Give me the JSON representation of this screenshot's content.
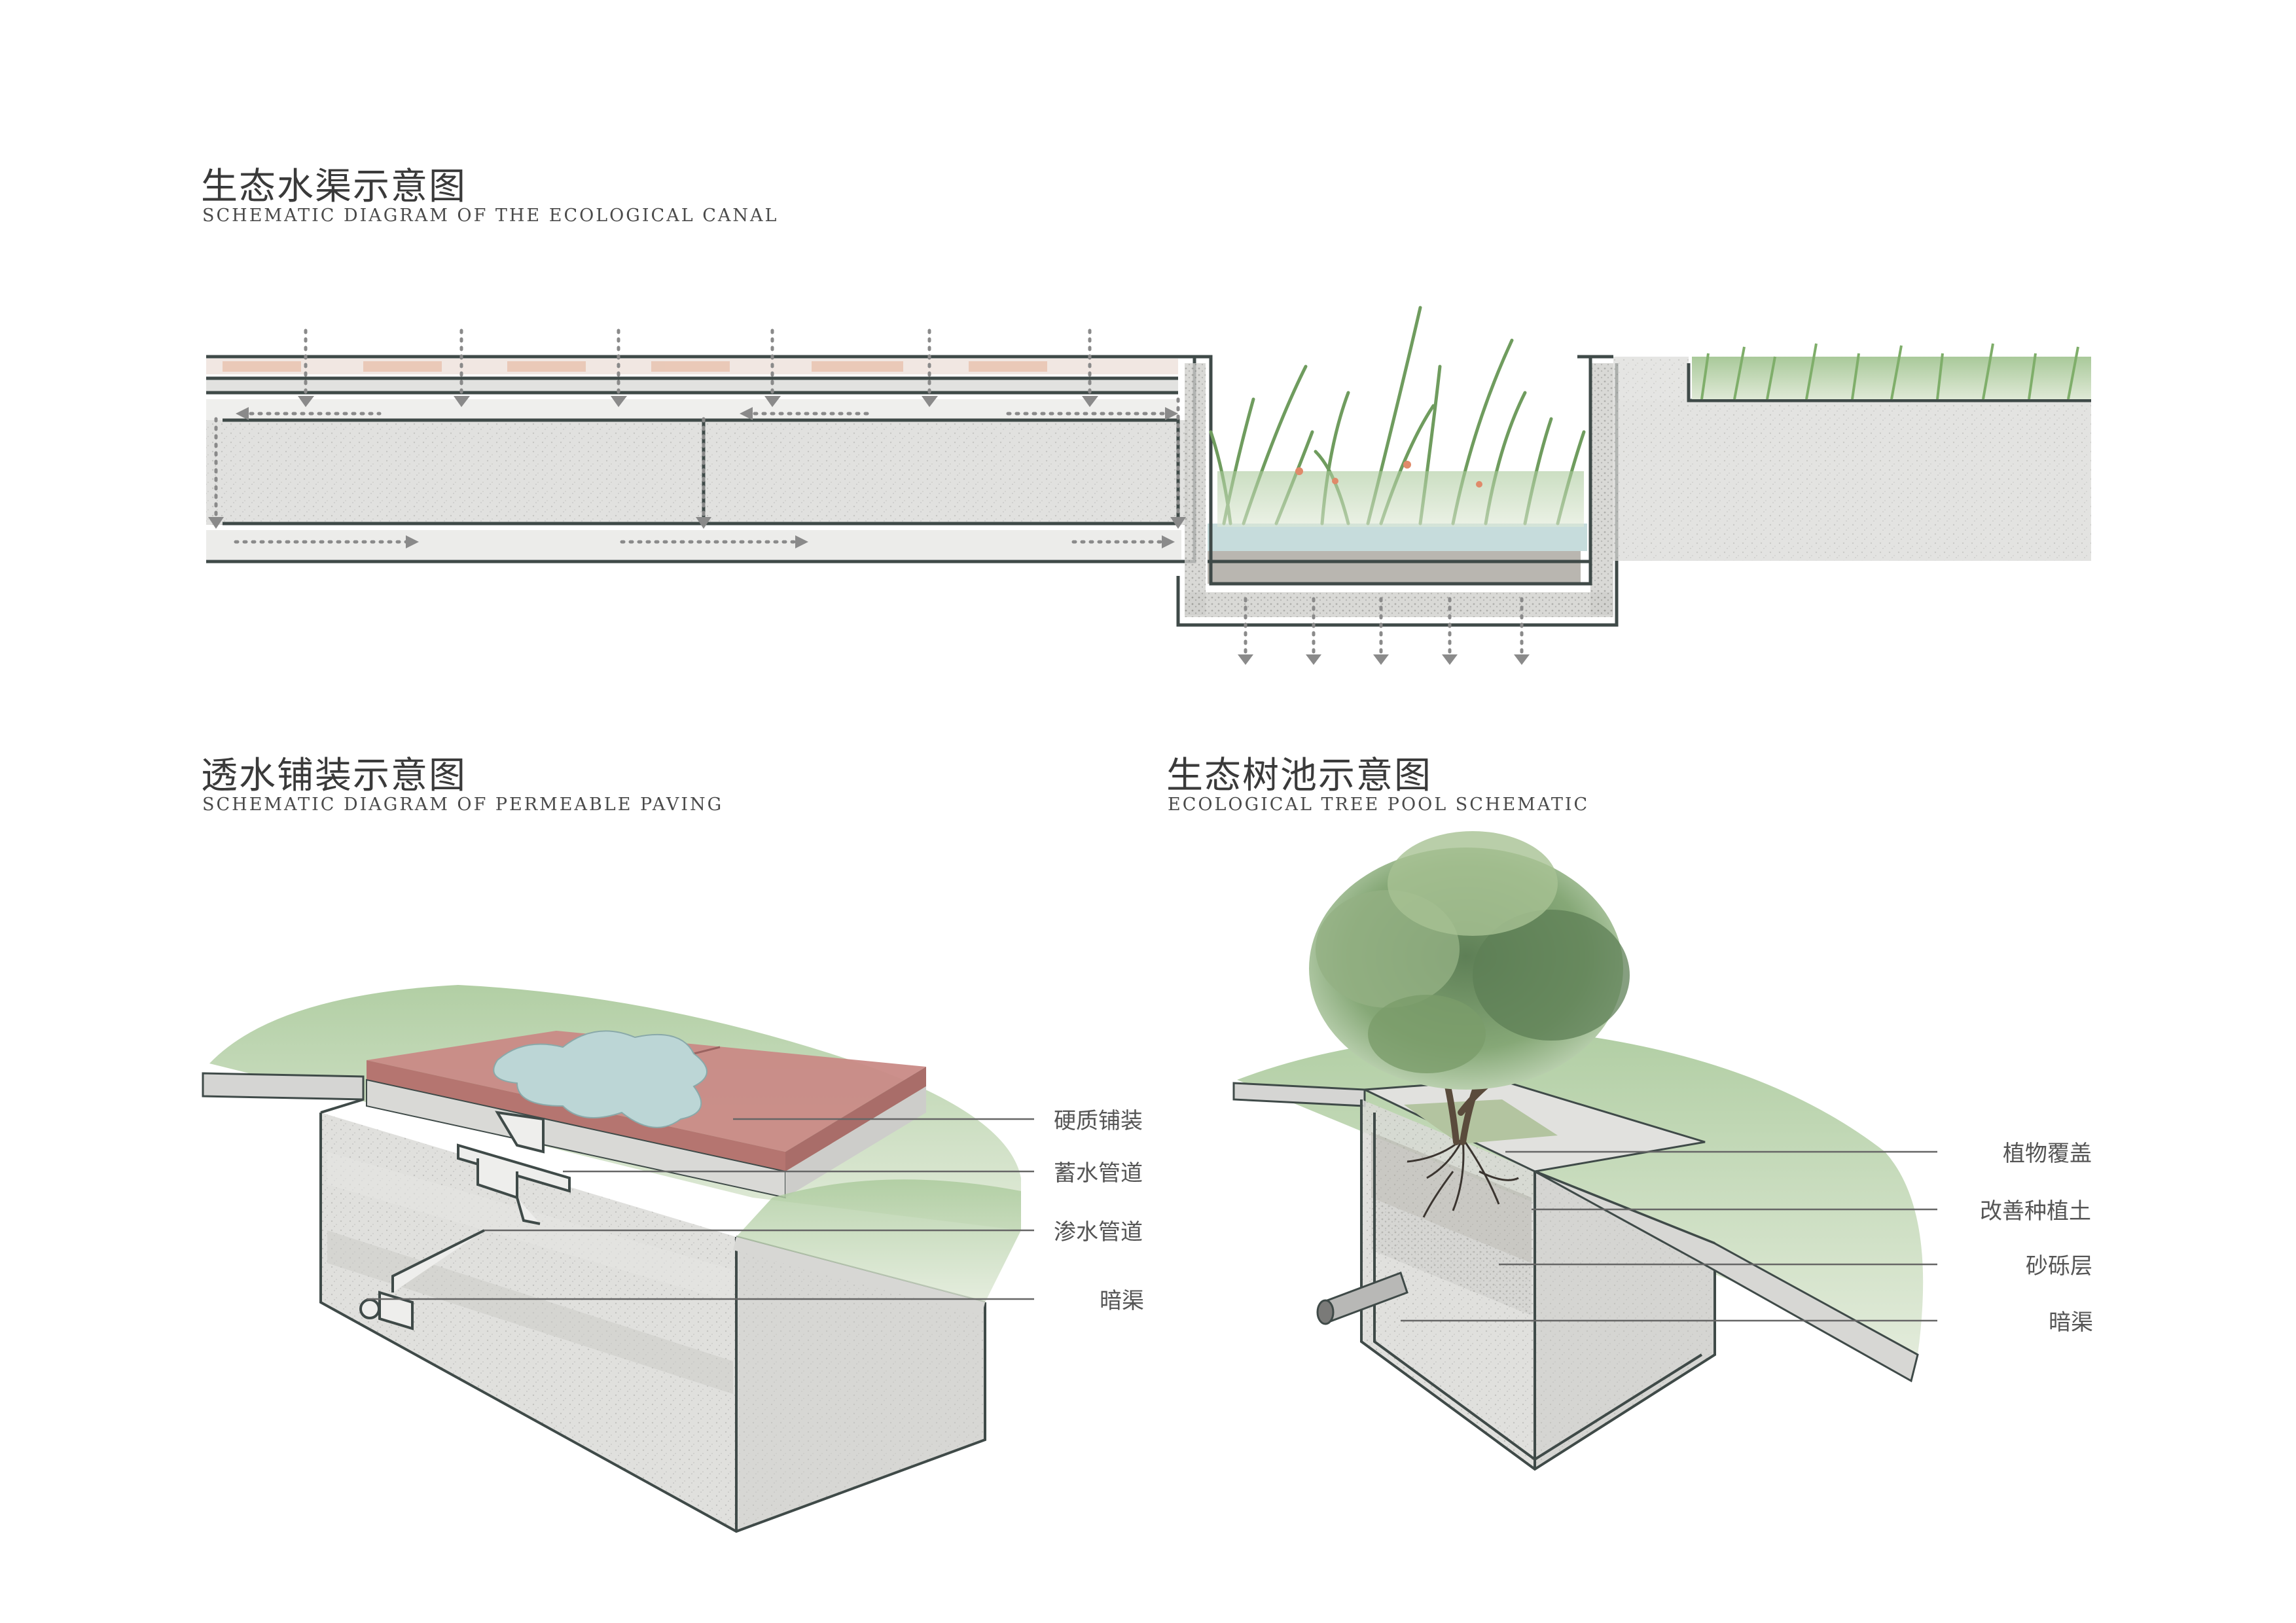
{
  "sections": {
    "canal": {
      "title_cn": "生态水渠示意图",
      "title_en": "SCHEMATIC DIAGRAM OF THE ECOLOGICAL CANAL"
    },
    "paving": {
      "title_cn": "透水铺装示意图",
      "title_en": "SCHEMATIC DIAGRAM OF PERMEABLE PAVING",
      "labels": [
        "硬质铺装",
        "蓄水管道",
        "渗水管道",
        "暗渠"
      ]
    },
    "tree_pool": {
      "title_cn": "生态树池示意图",
      "title_en": "ECOLOGICAL TREE POOL SCHEMATIC",
      "labels": [
        "植物覆盖",
        "改善种植土",
        "砂砾层",
        "暗渠"
      ]
    }
  },
  "colors": {
    "paving_red": "#c98a86",
    "water": "#bcd6d6",
    "grass": "#7fae6a",
    "concrete": "#d9d9d7",
    "outline": "#3f4a48",
    "flow": "#8a8a8a"
  }
}
